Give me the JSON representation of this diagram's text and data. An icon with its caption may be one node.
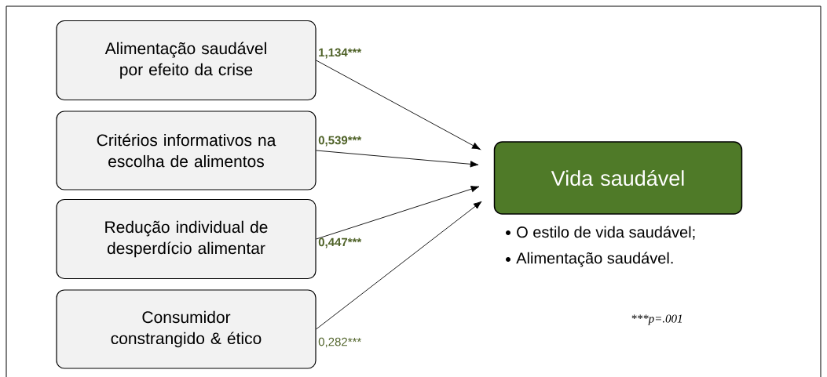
{
  "diagram": {
    "nodes": [
      {
        "text": [
          "Alimentação saudável por efeito da crise"
        ]
      },
      {
        "text": [
          "Critérios informativos na escolha de alimentos"
        ]
      },
      {
        "text": [
          "Redução individual de desperdício alimentar"
        ]
      },
      {
        "text": [
          "Consumidor constrangido & ético"
        ]
      },
      {
        "text": [
          "Vida saudável"
        ],
        "beside": [
          "O estilo de vida saudável;",
          "Alimentação saudável."
        ]
      }
    ],
    "edges": [
      {
        "from": 0,
        "to": 4,
        "arrow": "to",
        "label": "1,134***"
      },
      {
        "from": 1,
        "to": 4,
        "arrow": "to",
        "label": "0,539***"
      },
      {
        "from": 2,
        "to": 4,
        "arrow": "to",
        "label": "0,447***"
      },
      {
        "from": 3,
        "to": 4,
        "arrow": "to",
        "label": "0,282***"
      }
    ],
    "labels": [
      "***p=.001"
    ]
  }
}
